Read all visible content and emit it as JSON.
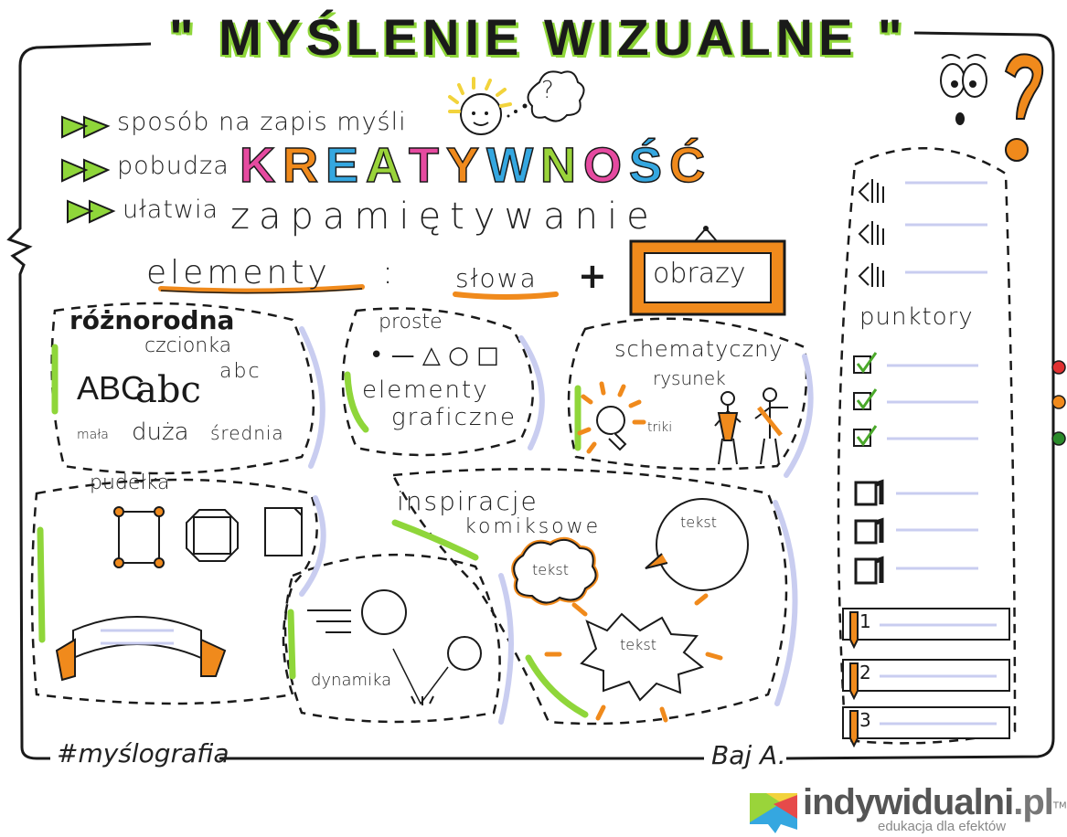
{
  "title": "MYŚLENIE WIZUALNE",
  "title_quotes": [
    "\"",
    "\""
  ],
  "bullets": [
    {
      "text": "sposób na zapis myśli"
    },
    {
      "text": "pobudza"
    },
    {
      "text": "ułatwia"
    }
  ],
  "kreatywnosc": [
    "K",
    "R",
    "E",
    "A",
    "T",
    "Y",
    "W",
    "N",
    "O",
    "Ś",
    "Ć"
  ],
  "kreatywnosc_colors": [
    "#e64aa0",
    "#f08a1c",
    "#35a7e0",
    "#9ad43a",
    "#e64aa0",
    "#f08a1c",
    "#35a7e0",
    "#9ad43a",
    "#e64aa0",
    "#35a7e0",
    "#f08a1c"
  ],
  "zapamietywanie": "zapamiętywanie",
  "question_bubble": "?",
  "elements_row": {
    "label": "elementy",
    "colon": ":",
    "slowa": "słowa",
    "plus": "+",
    "obrazy": "obrazy"
  },
  "fonts_box": {
    "heading": "różnorodna",
    "sub": "czcionka",
    "samples": [
      "ABC",
      "abc",
      "abc"
    ],
    "sizes": [
      "mała",
      "duża",
      "średnia"
    ]
  },
  "simple_box": {
    "heading": "proste",
    "shapes": "• — △ ○ □",
    "line1": "elementy",
    "line2": "graficzne"
  },
  "sketch_box": {
    "line1": "schematyczny",
    "line2": "rysunek",
    "tricks": "triki"
  },
  "boxes_box": {
    "heading": "pudełka"
  },
  "comic_box": {
    "line1": "inspiracje",
    "line2": "komiksowe",
    "bubbles": [
      "tekst",
      "tekst",
      "tekst"
    ]
  },
  "dynamics_box": {
    "label": "dynamika"
  },
  "bullets_panel": {
    "label": "punktory",
    "numbers": [
      "1",
      "2",
      "3"
    ]
  },
  "hashtag": "#myślografia",
  "signature": "Baj A.",
  "logo": {
    "name": "indywidualni",
    "tld": ".pl",
    "tm": "TM",
    "tagline": "edukacja dla efektów"
  },
  "colors": {
    "green": "#8fd63a",
    "orange": "#f08a1c",
    "lavender": "#c9cdf0",
    "ink": "#1a1a1a"
  }
}
